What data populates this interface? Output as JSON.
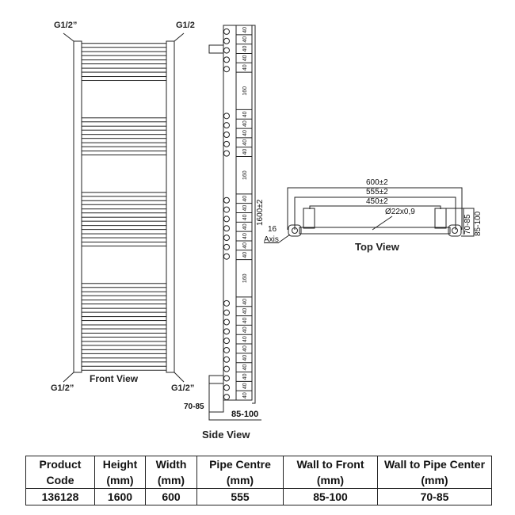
{
  "front_view": {
    "title": "Front View",
    "labels": {
      "top_left": "G1/2”",
      "top_right": "G1/2",
      "bottom_left": "G1/2”",
      "bottom_right": "G1/2”"
    }
  },
  "side_view": {
    "title": "Side View",
    "sections_mm": [
      40,
      40,
      40,
      40,
      40,
      160,
      40,
      40,
      40,
      40,
      40,
      160,
      40,
      40,
      40,
      40,
      40,
      40,
      40,
      160,
      40,
      40,
      40,
      40,
      40,
      40,
      40,
      40,
      40,
      40,
      40
    ],
    "overall": "1600±2",
    "wall_to_pipe": "70-85",
    "wall_to_front": "85-100"
  },
  "top_view": {
    "title": "Top View",
    "width": "600±2",
    "pipe_centre": "555±2",
    "inner": "450±2",
    "tube": "Ø22x0,9",
    "axis_num": "16",
    "axis_label": "Axis",
    "dim1": "70-85",
    "dim2": "85-100"
  },
  "table": {
    "headers": [
      [
        "Product",
        "Code"
      ],
      [
        "Height",
        "(mm)"
      ],
      [
        "Width",
        "(mm)"
      ],
      [
        "Pipe Centre",
        "(mm)"
      ],
      [
        "Wall to Front",
        "(mm)"
      ],
      [
        "Wall to Pipe Center",
        "(mm)"
      ]
    ],
    "row": [
      "136128",
      "1600",
      "600",
      "555",
      "85-100",
      "70-85"
    ]
  }
}
